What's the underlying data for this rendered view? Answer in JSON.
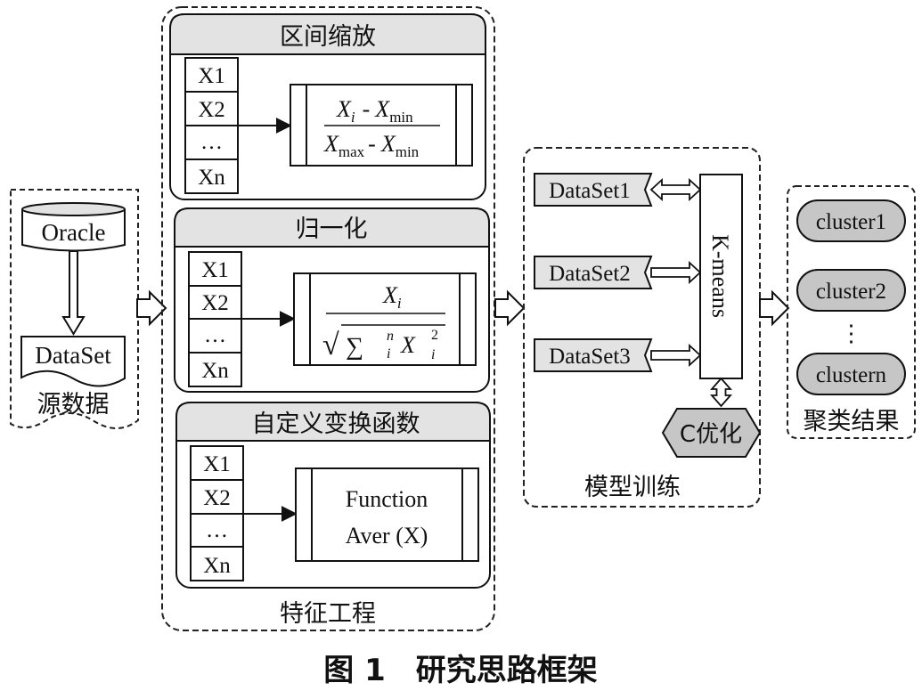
{
  "source": {
    "db_label": "Oracle",
    "dataset_label": "DataSet",
    "caption": "源数据"
  },
  "feature_engineering": {
    "caption": "特征工程",
    "panels": [
      {
        "title": "区间缩放",
        "vars": [
          "X1",
          "X2",
          "…",
          "Xn"
        ],
        "formula": {
          "num_var": "X",
          "num_sub": "i",
          "minus": "-",
          "num_var2": "X",
          "num_sub2": "min",
          "den_var": "X",
          "den_sub": "max",
          "den_var2": "X",
          "den_sub2": "min"
        }
      },
      {
        "title": "归一化",
        "vars": [
          "X1",
          "X2",
          "…",
          "Xn"
        ],
        "formula": {
          "num_var": "X",
          "num_sub": "i",
          "sqrt_symbol": "√",
          "sum_symbol": "∑",
          "sum_sup": "n",
          "sum_sub": "i",
          "den_var": "X",
          "den_sub": "i",
          "den_sup": "2"
        }
      },
      {
        "title": "自定义变换函数",
        "vars": [
          "X1",
          "X2",
          "…",
          "Xn"
        ],
        "formula": {
          "line1": "Function",
          "line2": "Aver (X)"
        }
      }
    ]
  },
  "model_training": {
    "caption": "模型训练",
    "datasets": [
      "DataSet1",
      "DataSet2",
      "DataSet3"
    ],
    "algorithm": "K-means",
    "optimizer": "C优化"
  },
  "results": {
    "caption": "聚类结果",
    "clusters": [
      "cluster1",
      "cluster2",
      "clustern"
    ],
    "ellipsis": "⋮"
  },
  "figure_caption": "图 1　研究思路框架"
}
